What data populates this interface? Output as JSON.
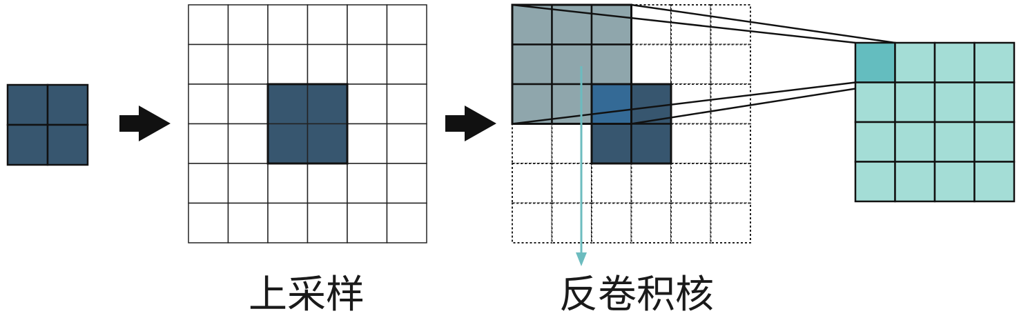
{
  "labels": {
    "upsample": "上采样",
    "deconv_kernel": "反卷积核"
  },
  "colors": {
    "input_fill": "#37566f",
    "kernel_overlay": "#8fa6ac",
    "overlap_cell": "#346a96",
    "output_fill": "#a4ddd6",
    "output_highlight": "#64bdbf",
    "down_arrow": "#6cbcbf",
    "stroke": "#111111"
  },
  "diagram": {
    "input_grid": {
      "rows": 2,
      "cols": 2
    },
    "upsampled_grid": {
      "rows": 6,
      "cols": 6,
      "filled_cells": [
        [
          2,
          2
        ],
        [
          2,
          3
        ],
        [
          3,
          2
        ],
        [
          3,
          3
        ]
      ]
    },
    "conv_grid": {
      "rows": 6,
      "cols": 6,
      "kernel_cells": [
        [
          0,
          0
        ],
        [
          0,
          1
        ],
        [
          0,
          2
        ],
        [
          1,
          0
        ],
        [
          1,
          1
        ],
        [
          1,
          2
        ],
        [
          2,
          0
        ],
        [
          2,
          1
        ],
        [
          2,
          2
        ]
      ],
      "input_cells": [
        [
          2,
          2
        ],
        [
          2,
          3
        ],
        [
          3,
          2
        ],
        [
          3,
          3
        ]
      ]
    },
    "output_grid": {
      "rows": 4,
      "cols": 4,
      "highlight_cell": [
        0,
        0
      ]
    }
  }
}
